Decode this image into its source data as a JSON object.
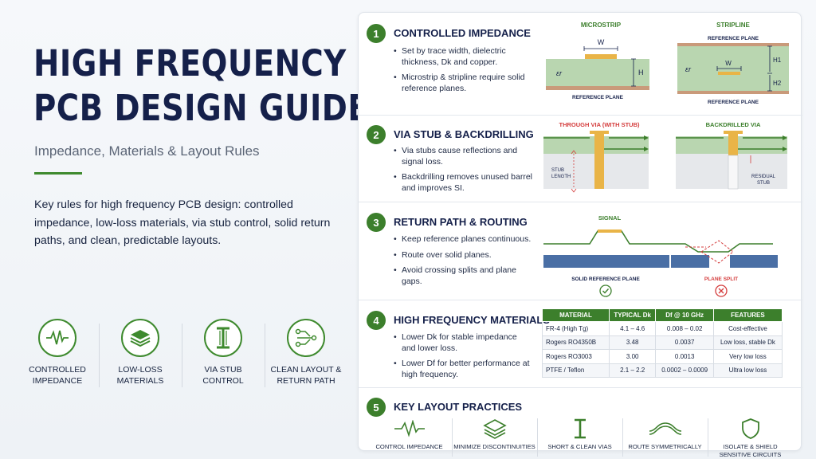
{
  "title": {
    "line1": "HIGH FREQUENCY",
    "line2": "PCB DESIGN GUIDE"
  },
  "subtitle": "Impedance, Materials & Layout Rules",
  "intro": "Key rules for high frequency PCB design: controlled impedance, low-loss materials, via stub control, solid return paths, and clean, predictable layouts.",
  "features": [
    {
      "icon": "waveform-icon",
      "label": "CONTROLLED\nIMPEDANCE"
    },
    {
      "icon": "layers-icon",
      "label": "LOW-LOSS\nMATERIALS"
    },
    {
      "icon": "via-icon",
      "label": "VIA STUB\nCONTROL"
    },
    {
      "icon": "circuit-trace-icon",
      "label": "CLEAN LAYOUT &\nRETURN PATH"
    }
  ],
  "sections": {
    "impedance": {
      "number": "1",
      "heading": "CONTROLLED IMPEDANCE",
      "bullets": [
        "Set by trace width, dielectric thickness, Dk and copper.",
        "Microstrip & stripline require solid reference planes."
      ],
      "microstrip": {
        "title": "MICROSTRIP",
        "w": "W",
        "h": "H",
        "er": "εr",
        "plane": "REFERENCE PLANE"
      },
      "stripline": {
        "title": "STRIPLINE",
        "w": "W",
        "h1": "H1",
        "h2": "H2",
        "er": "εr",
        "plane_top": "REFERENCE PLANE",
        "plane_bottom": "REFERENCE PLANE"
      }
    },
    "via": {
      "number": "2",
      "heading": "VIA STUB & BACKDRILLING",
      "bullets": [
        "Via stubs cause reflections and signal loss.",
        "Backdrilling removes unused barrel and improves SI."
      ],
      "through_title": "THROUGH VIA (WITH STUB)",
      "stub_label": [
        "STUB",
        "LENGTH"
      ],
      "backdrilled_title": "BACKDRILLED VIA",
      "residual_label": [
        "RESIDUAL",
        "STUB"
      ]
    },
    "return": {
      "number": "3",
      "heading": "RETURN PATH & ROUTING",
      "bullets": [
        "Keep reference planes continuous.",
        "Route over solid planes.",
        "Avoid crossing splits and plane gaps."
      ],
      "signal_label": "SIGNAL",
      "solid_label": "SOLID REFERENCE PLANE",
      "split_label": "PLANE SPLIT"
    },
    "materials": {
      "number": "4",
      "heading": "HIGH FREQUENCY MATERIALS",
      "bullets": [
        "Lower Dk for stable impedance and lower loss.",
        "Lower Df for better performance at high frequency."
      ],
      "table": {
        "headers": [
          "MATERIAL",
          "TYPICAL Dk",
          "Df @ 10 GHz",
          "FEATURES"
        ],
        "rows": [
          [
            "FR-4 (High Tg)",
            "4.1 – 4.6",
            "0.008 – 0.02",
            "Cost-effective"
          ],
          [
            "Rogers RO4350B",
            "3.48",
            "0.0037",
            "Low loss, stable Dk"
          ],
          [
            "Rogers RO3003",
            "3.00",
            "0.0013",
            "Very low loss"
          ],
          [
            "PTFE / Teflon",
            "2.1 – 2.2",
            "0.0002 – 0.0009",
            "Ultra low loss"
          ]
        ]
      }
    },
    "layout": {
      "number": "5",
      "heading": "KEY LAYOUT PRACTICES",
      "practices": [
        {
          "icon": "waveform-icon",
          "label": "CONTROL IMPEDANCE"
        },
        {
          "icon": "layers-icon",
          "label": "MINIMIZE DISCONTINUITIES"
        },
        {
          "icon": "via-icon",
          "label": "SHORT & CLEAN VIAS"
        },
        {
          "icon": "symmetric-route-icon",
          "label": "ROUTE SYMMETRICALLY"
        },
        {
          "icon": "shield-icon",
          "label": "ISOLATE & SHIELD\nSENSITIVE CIRCUITS"
        }
      ]
    }
  },
  "colors": {
    "navy": "#15204a",
    "green": "#3c7f2c",
    "copper": "#e9b447",
    "red": "#d43c3c",
    "dielectric": "#b9d6b0",
    "plane_blue": "#4a6fa5"
  }
}
